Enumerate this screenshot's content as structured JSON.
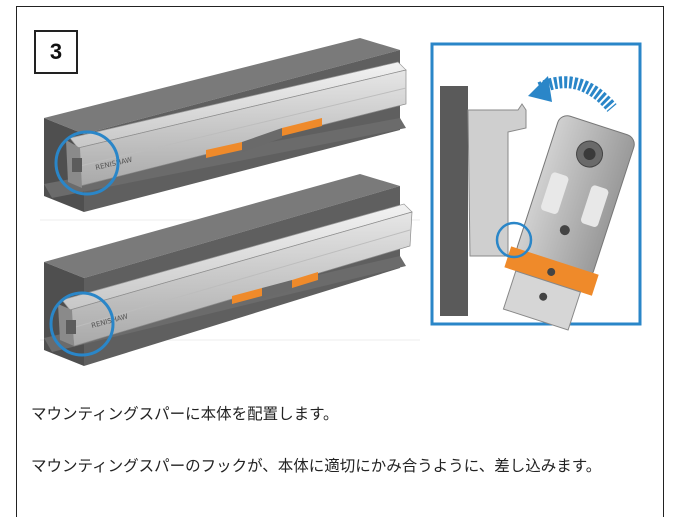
{
  "step": {
    "number": "3"
  },
  "illustration": {
    "brand": "RENISHAW"
  },
  "instructions": [
    "マウンティングスパーに本体を配置します。",
    "マウンティングスパーのフックが、本体に適切にかみ合うように、差し込みます。"
  ],
  "colors": {
    "highlight_circle": "#2a86c8",
    "detail_frame": "#2a86c8",
    "bracket_orange": "#ef8a2a",
    "substrate_gray": "#5a5a5a"
  }
}
